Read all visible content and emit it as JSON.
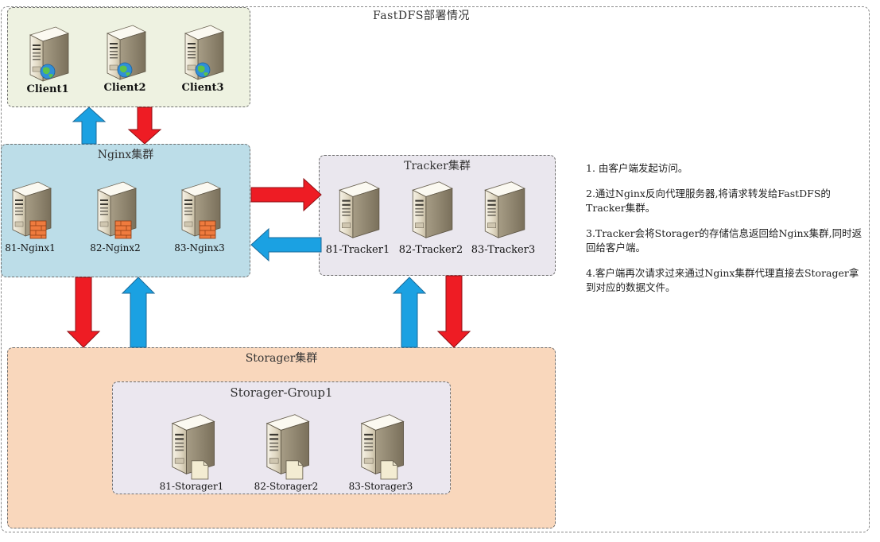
{
  "title": "FastDFS部署情况",
  "groups": {
    "client": {
      "label": ""
    },
    "nginx": {
      "label": "Nginx集群"
    },
    "tracker": {
      "label": "Tracker集群"
    },
    "storage": {
      "label": "Storager集群"
    },
    "storage_group": {
      "label": "Storager-Group1"
    }
  },
  "clients": [
    {
      "label": "Client1",
      "icon": "server-globe-icon"
    },
    {
      "label": "Client2",
      "icon": "server-globe-icon"
    },
    {
      "label": "Client3",
      "icon": "server-globe-icon"
    }
  ],
  "nginx_nodes": [
    {
      "label": "81-Nginx1",
      "icon": "server-firewall-icon"
    },
    {
      "label": "82-Nginx2",
      "icon": "server-firewall-icon"
    },
    {
      "label": "83-Nginx3",
      "icon": "server-firewall-icon"
    }
  ],
  "tracker_nodes": [
    {
      "label": "81-Tracker1",
      "icon": "server-icon"
    },
    {
      "label": "82-Tracker2",
      "icon": "server-icon"
    },
    {
      "label": "83-Tracker3",
      "icon": "server-icon"
    }
  ],
  "storage_nodes": [
    {
      "label": "81-Storager1",
      "icon": "server-file-icon"
    },
    {
      "label": "82-Storager2",
      "icon": "server-file-icon"
    },
    {
      "label": "83-Storager3",
      "icon": "server-file-icon"
    }
  ],
  "notes": [
    "1.  由客户端发起访问。",
    "2.通过Nginx反向代理服务器,将请求转发给FastDFS的Tracker集群。",
    "3.Tracker会将Storager的存储信息返回给Nginx集群,同时返回给客户端。",
    "4.客户端再次请求过来通过Nginx集群代理直接去Storager拿到对应的数据文件。"
  ],
  "colors": {
    "request_arrow": "#ee1c24",
    "response_arrow": "#1ba1e2",
    "client_group_bg": "#eef2e1",
    "nginx_group_bg": "#bcdde8",
    "tracker_group_bg": "#eae7ee",
    "storage_group_bg": "#f9d7bc"
  }
}
